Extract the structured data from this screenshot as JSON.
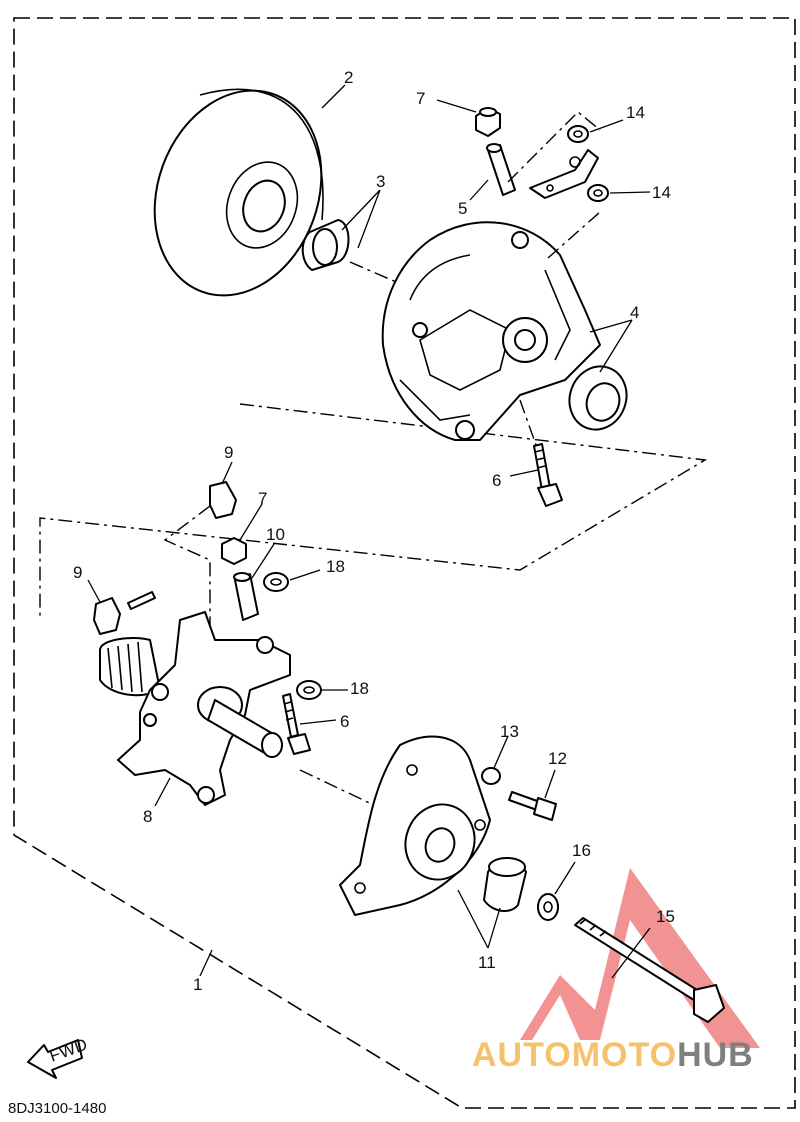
{
  "diagram": {
    "part_code": "8DJ3100-1480",
    "fwd_label": "FWD",
    "watermark": {
      "part1": "AUTOMOTO",
      "part2": "HUB",
      "color1": "#f5c26b",
      "color2": "#7f7f7f",
      "logo_color": "#f08080"
    },
    "callouts": {
      "c1": "1",
      "c2": "2",
      "c3": "3",
      "c4": "4",
      "c5": "5",
      "c6a": "6",
      "c6b": "6",
      "c7a": "7",
      "c7b": "7",
      "c8": "8",
      "c9a": "9",
      "c9b": "9",
      "c10": "10",
      "c11": "11",
      "c12": "12",
      "c13": "13",
      "c14a": "14",
      "c14b": "14",
      "c15": "15",
      "c16": "16",
      "c18a": "18",
      "c18b": "18"
    }
  }
}
